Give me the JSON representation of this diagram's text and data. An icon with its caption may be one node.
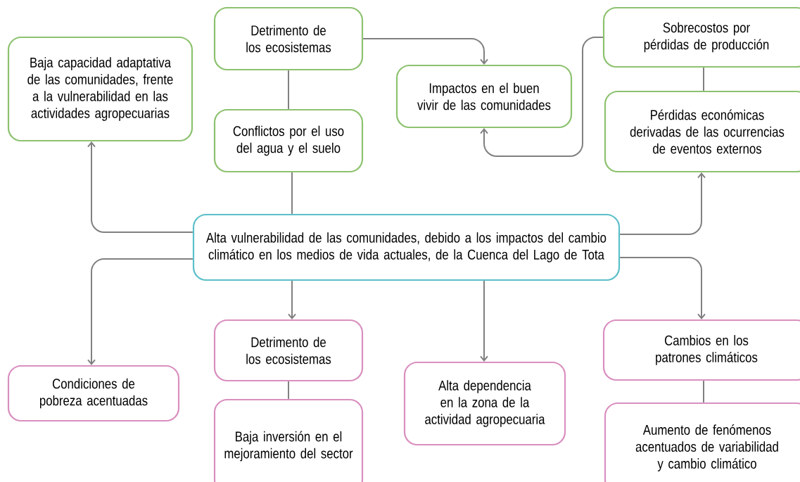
{
  "diagram": {
    "nodes": [
      {
        "text": [
          "Baja capacidad adaptativa de las comunidades, frente a la vulnerabilidad en las actividades agropecuarias"
        ]
      },
      {
        "text": [
          "Detrimento de los ecosistemas"
        ]
      },
      {
        "text": [
          "Impactos en el buen vivir de las comunidades"
        ]
      },
      {
        "text": [
          "Sobrecostos por pérdidas de producción"
        ]
      },
      {
        "text": [
          "Conflictos por el uso del agua y el suelo"
        ]
      },
      {
        "text": [
          "Pérdidas económicas derivadas de las ocurrencias de eventos externos"
        ]
      },
      {
        "text": [
          "Alta vulnerabilidad de las comunidades, debido a los impactos del cambio climático en los medios de vida actuales, de la Cuenca del Lago de Tota"
        ]
      },
      {
        "text": [
          "Condiciones de pobreza acentuadas"
        ]
      },
      {
        "text": [
          "Detrimento de los ecosistemas"
        ]
      },
      {
        "text": [
          "Alta dependencia en la zona de la actividad agropecuaria"
        ]
      },
      {
        "text": [
          "Cambios en los patrones climáticos"
        ]
      },
      {
        "text": [
          "Baja inversión en el mejoramiento del sector"
        ]
      },
      {
        "text": [
          "Aumento de fenómenos acentuados de variabilidad y cambio climático"
        ]
      }
    ],
    "edges": [
      {
        "from": 6,
        "to": 0,
        "arrow": "to"
      },
      {
        "from": 6,
        "to": 4,
        "arrow": "none"
      },
      {
        "from": 4,
        "to": 1,
        "arrow": "none"
      },
      {
        "from": 1,
        "to": 2,
        "arrow": "to"
      },
      {
        "from": 3,
        "to": 2,
        "arrow": "to"
      },
      {
        "from": 3,
        "to": 5,
        "arrow": "none"
      },
      {
        "from": 6,
        "to": 5,
        "arrow": "to"
      },
      {
        "from": 6,
        "to": 7,
        "arrow": "to"
      },
      {
        "from": 6,
        "to": 8,
        "arrow": "to"
      },
      {
        "from": 8,
        "to": 11,
        "arrow": "none"
      },
      {
        "from": 6,
        "to": 9,
        "arrow": "to"
      },
      {
        "from": 6,
        "to": 10,
        "arrow": "to"
      },
      {
        "from": 10,
        "to": 12,
        "arrow": "none"
      }
    ]
  }
}
